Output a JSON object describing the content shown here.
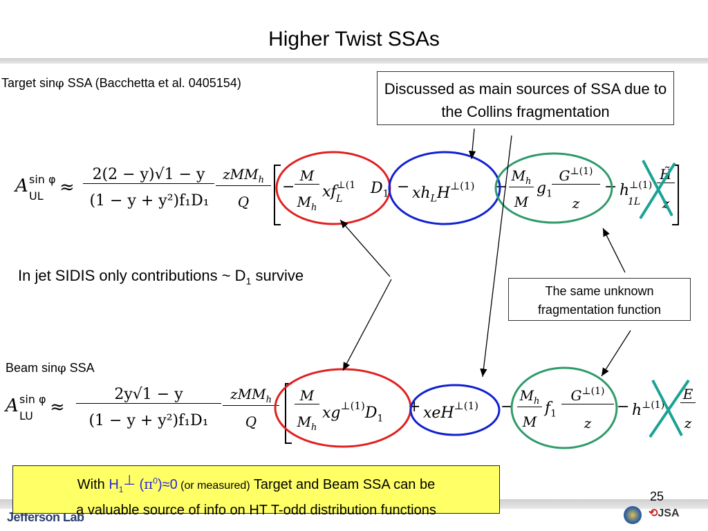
{
  "slide": {
    "title": "Higher Twist SSAs",
    "page_number": "25",
    "logo_text": "Jefferson Lab",
    "jsa_text": "JSA"
  },
  "labels": {
    "target_prefix": "Target sin",
    "phi": "φ",
    "target_suffix": " SSA (Bacchetta et al. 0405154)",
    "jet_text_before": "In jet SIDIS only contributions ~ D",
    "jet_sub": "1",
    "jet_text_after": " survive",
    "beam_prefix": "Beam sin",
    "beam_suffix": " SSA"
  },
  "callouts": {
    "collins": "Discussed as main sources of SSA due to the Collins fragmentation",
    "unknown_ff": "The same unknown fragmentation function"
  },
  "bottom_note": {
    "with": "With ",
    "h_symbol": "H",
    "h_sub": "1",
    "perp": "⊥",
    "pi_open": " (",
    "pi": "π",
    "pi_sup": "0",
    "approx_zero": ")≈0",
    "measured": " (or measured)",
    "rest_line1": " Target and Beam SSA can be",
    "line2": "a valuable source of info on HT T-odd distribution functions"
  },
  "equations": {
    "ul_lhs": "A",
    "ul_sup": "sin φ",
    "ul_sub": "UL",
    "lu_sub": "LU",
    "approx": "≈",
    "ul_num": "2(2 − y)√1 − y",
    "lu_num": "2y√1 − y",
    "den": "(1 − y + y²)f₁D₁",
    "pref_num": "zMM",
    "pref_num_sub": "h",
    "pref_den": "Q",
    "frac_M": "M",
    "frac_Mh": "M",
    "h": "h",
    "t_ul_1": "xf",
    "t_ul_1_sup": "⊥(1",
    "t_ul_1_sub": "L",
    "D1": "D",
    "one": "1",
    "t_ul_2": "xh",
    "t_ul_2_sub": "L",
    "H1": "H",
    "sup_perp1": "⊥(1)",
    "g1": "g",
    "G": "G",
    "z": "z",
    "h1": "h",
    "h1_sup": "⊥(1)",
    "h1_sub_ul": "1L",
    "Htilde": "H̃",
    "t_lu_1": "xg",
    "t_lu_2": "xe",
    "f1": "f",
    "E": "E",
    "minus": "−",
    "plus": "+"
  },
  "colors": {
    "red": "#e02020",
    "blue": "#1020d0",
    "green": "#2e9a6a",
    "teal_cross": "#1aa294",
    "note_bg": "#ffff66",
    "note_blue": "#2b2bd0"
  }
}
